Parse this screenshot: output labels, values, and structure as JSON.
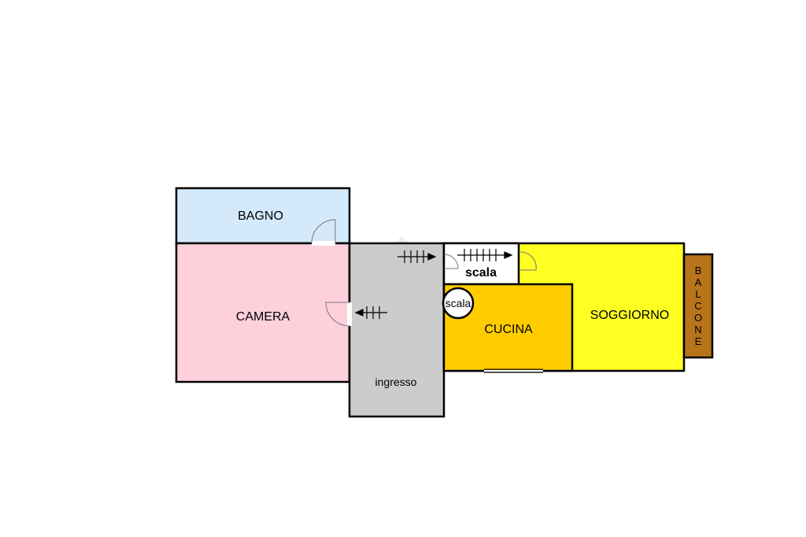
{
  "rooms": {
    "bagno": {
      "label": "BAGNO",
      "color": "#d4e9fa"
    },
    "camera": {
      "label": "CAMERA",
      "color": "#fdd0dc"
    },
    "ingresso": {
      "label": "ingresso",
      "color": "#cccccc"
    },
    "scala_top": {
      "label": "scala",
      "color": "#ffffff"
    },
    "scala_round": {
      "label": "scala",
      "color": "#ffffff"
    },
    "cucina": {
      "label": "CUCINA",
      "color": "#ffcc00"
    },
    "soggiorno": {
      "label": "SOGGIORNO",
      "color": "#ffff22"
    },
    "balcone": {
      "letters": [
        "B",
        "A",
        "L",
        "C",
        "O",
        "N",
        "E"
      ],
      "color": "#b8741a"
    }
  }
}
